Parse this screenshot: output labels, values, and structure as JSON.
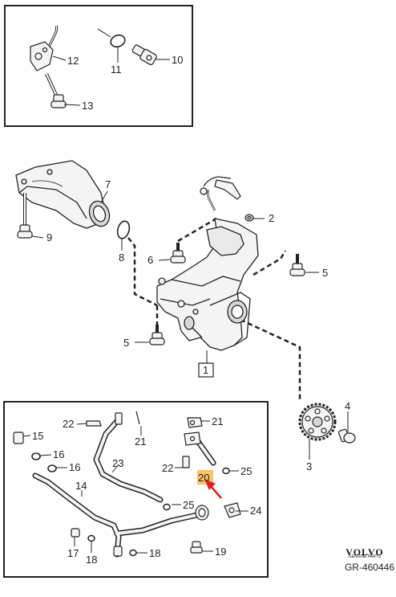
{
  "callouts": {
    "c1": "1",
    "c2": "2",
    "c3": "3",
    "c4": "4",
    "c5a": "5",
    "c5b": "5",
    "c6": "6",
    "c7": "7",
    "c8": "8",
    "c9": "9",
    "c10": "10",
    "c11": "11",
    "c12": "12",
    "c13": "13",
    "c14": "14",
    "c15": "15",
    "c16a": "16",
    "c16b": "16",
    "c17": "17",
    "c18a": "18",
    "c18b": "18",
    "c19": "19",
    "c20": "20",
    "c21a": "21",
    "c21b": "21",
    "c22a": "22",
    "c22b": "22",
    "c23": "23",
    "c24": "24",
    "c25a": "25",
    "c25b": "25"
  },
  "brand": {
    "name": "VOLVO",
    "tagline": "GENUINE PARTS"
  },
  "reference": "GR-460446",
  "colors": {
    "line": "#222222",
    "highlight": "#f5c36a",
    "arrow": "#e02020",
    "fill": "#f4f4f4",
    "shade": "#d8d8d8"
  }
}
